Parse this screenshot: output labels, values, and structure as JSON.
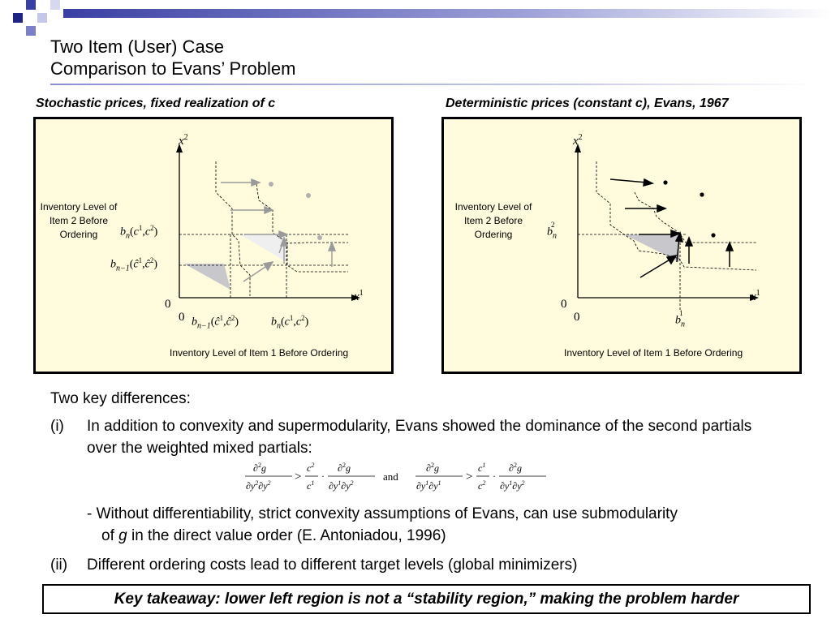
{
  "title": {
    "line1": "Two Item (User) Case",
    "line2": "Comparison to Evans’ Problem"
  },
  "left_panel": {
    "caption": "Stochastic prices, fixed realization of c",
    "side_label": "Inventory Level of Item 2 Before Ordering",
    "bottom_label": "Inventory Level of Item 1 Before Ordering",
    "x_axis": "x",
    "x_sup": "1",
    "y_axis": "x",
    "y_sup": "2",
    "origin_x": "0",
    "origin_y": "0",
    "tick_b": "b",
    "tick_n": "n",
    "tick_nm1": "n−1",
    "tick_1": "1",
    "tick_2": "2",
    "tick_c": "c",
    "tick_chat": "ĉ"
  },
  "right_panel": {
    "caption": "Deterministic prices (constant c), Evans, 1967",
    "side_label": "Inventory Level of Item 2 Before Ordering",
    "bottom_label": "Inventory Level of Item 1 Before Ordering",
    "x_axis": "x",
    "x_sup": "1",
    "y_axis": "x",
    "y_sup": "2",
    "origin_x": "0",
    "origin_y": "0",
    "tick_b": "b",
    "tick_n": "n",
    "tick_1": "1",
    "tick_2": "2"
  },
  "text": {
    "intro": "Two key differences:",
    "item1_marker": "(i)",
    "item1": "In addition to convexity and supermodularity, Evans showed the dominance of the second partials over the weighted mixed partials:",
    "formula_and": "and",
    "sub_bullet": "- Without differentiability, strict convexity assumptions of Evans, can use submodularity",
    "sub_bullet_line2_pre": "of ",
    "sub_bullet_g": "g",
    "sub_bullet_line2_post": " in the direct value order (E. Antoniadou, 1996)",
    "item2_marker": "(ii)",
    "item2": "Different ordering costs lead to different target levels (global minimizers)",
    "takeaway": "Key takeaway: lower left region is not a “stability region,” making the problem harder"
  },
  "colors": {
    "header_blue": "#3a3fa3",
    "panel_fill": "#fffbdc",
    "shade_gray": "#c8c8cc",
    "arrow_gray": "#9a9a9a"
  }
}
